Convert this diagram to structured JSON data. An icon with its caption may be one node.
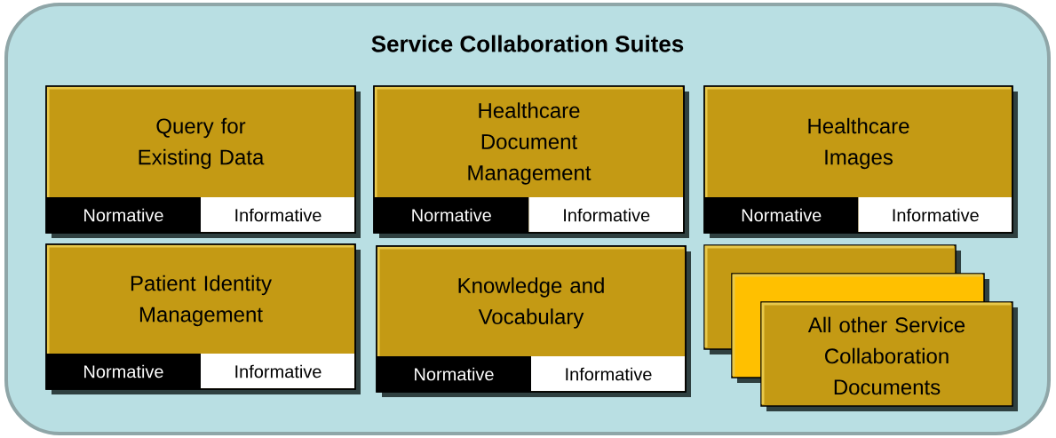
{
  "diagram": {
    "nodes": [
      {
        "text": [
          "Service Collaboration Suites"
        ]
      },
      {
        "text": [
          "Query for Existing Data",
          "Normative",
          "Informative"
        ],
        "in": 0
      },
      {
        "text": [
          "Healthcare Document Management",
          "Normative",
          "Informative"
        ],
        "in": 0
      },
      {
        "text": [
          "Healthcare Images",
          "Normative",
          "Informative"
        ],
        "in": 0
      },
      {
        "text": [
          "Patient Identity Management",
          "Normative",
          "Informative"
        ],
        "in": 0
      },
      {
        "text": [
          "Knowledge and Vocabulary",
          "Normative",
          "Informative"
        ],
        "in": 0
      },
      {
        "text": [],
        "shape": "box",
        "in": 0
      },
      {
        "text": [],
        "shape": "box",
        "in": 0
      },
      {
        "text": [
          "All other Service Collaboration Documents"
        ],
        "in": 0
      }
    ]
  }
}
